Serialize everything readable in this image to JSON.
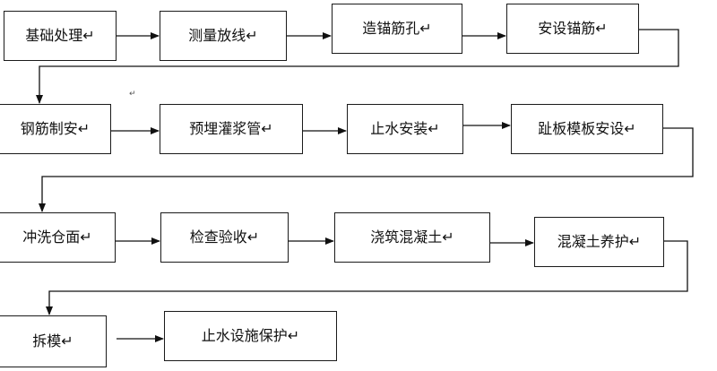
{
  "steps": [
    {
      "id": "s1",
      "label": "基础处理↵"
    },
    {
      "id": "s2",
      "label": "测量放线↵"
    },
    {
      "id": "s3",
      "label": "造锚筋孔↵"
    },
    {
      "id": "s4",
      "label": "安设锚筋↵"
    },
    {
      "id": "s5",
      "label": "钢筋制安↵"
    },
    {
      "id": "s6",
      "label": "预埋灌浆管↵"
    },
    {
      "id": "s7",
      "label": "止水安装↵"
    },
    {
      "id": "s8",
      "label": "趾板模板安设↵"
    },
    {
      "id": "s9",
      "label": "冲洗仓面↵"
    },
    {
      "id": "s10",
      "label": "检查验收↵"
    },
    {
      "id": "s11",
      "label": "浇筑混凝土↵"
    },
    {
      "id": "s12",
      "label": "混凝土养护↵"
    },
    {
      "id": "s13",
      "label": "拆模↵"
    },
    {
      "id": "s14",
      "label": "止水设施保护↵"
    }
  ],
  "stray_mark": "↵",
  "colors": {
    "line": "#111111",
    "box_border": "#1a1a1a"
  }
}
